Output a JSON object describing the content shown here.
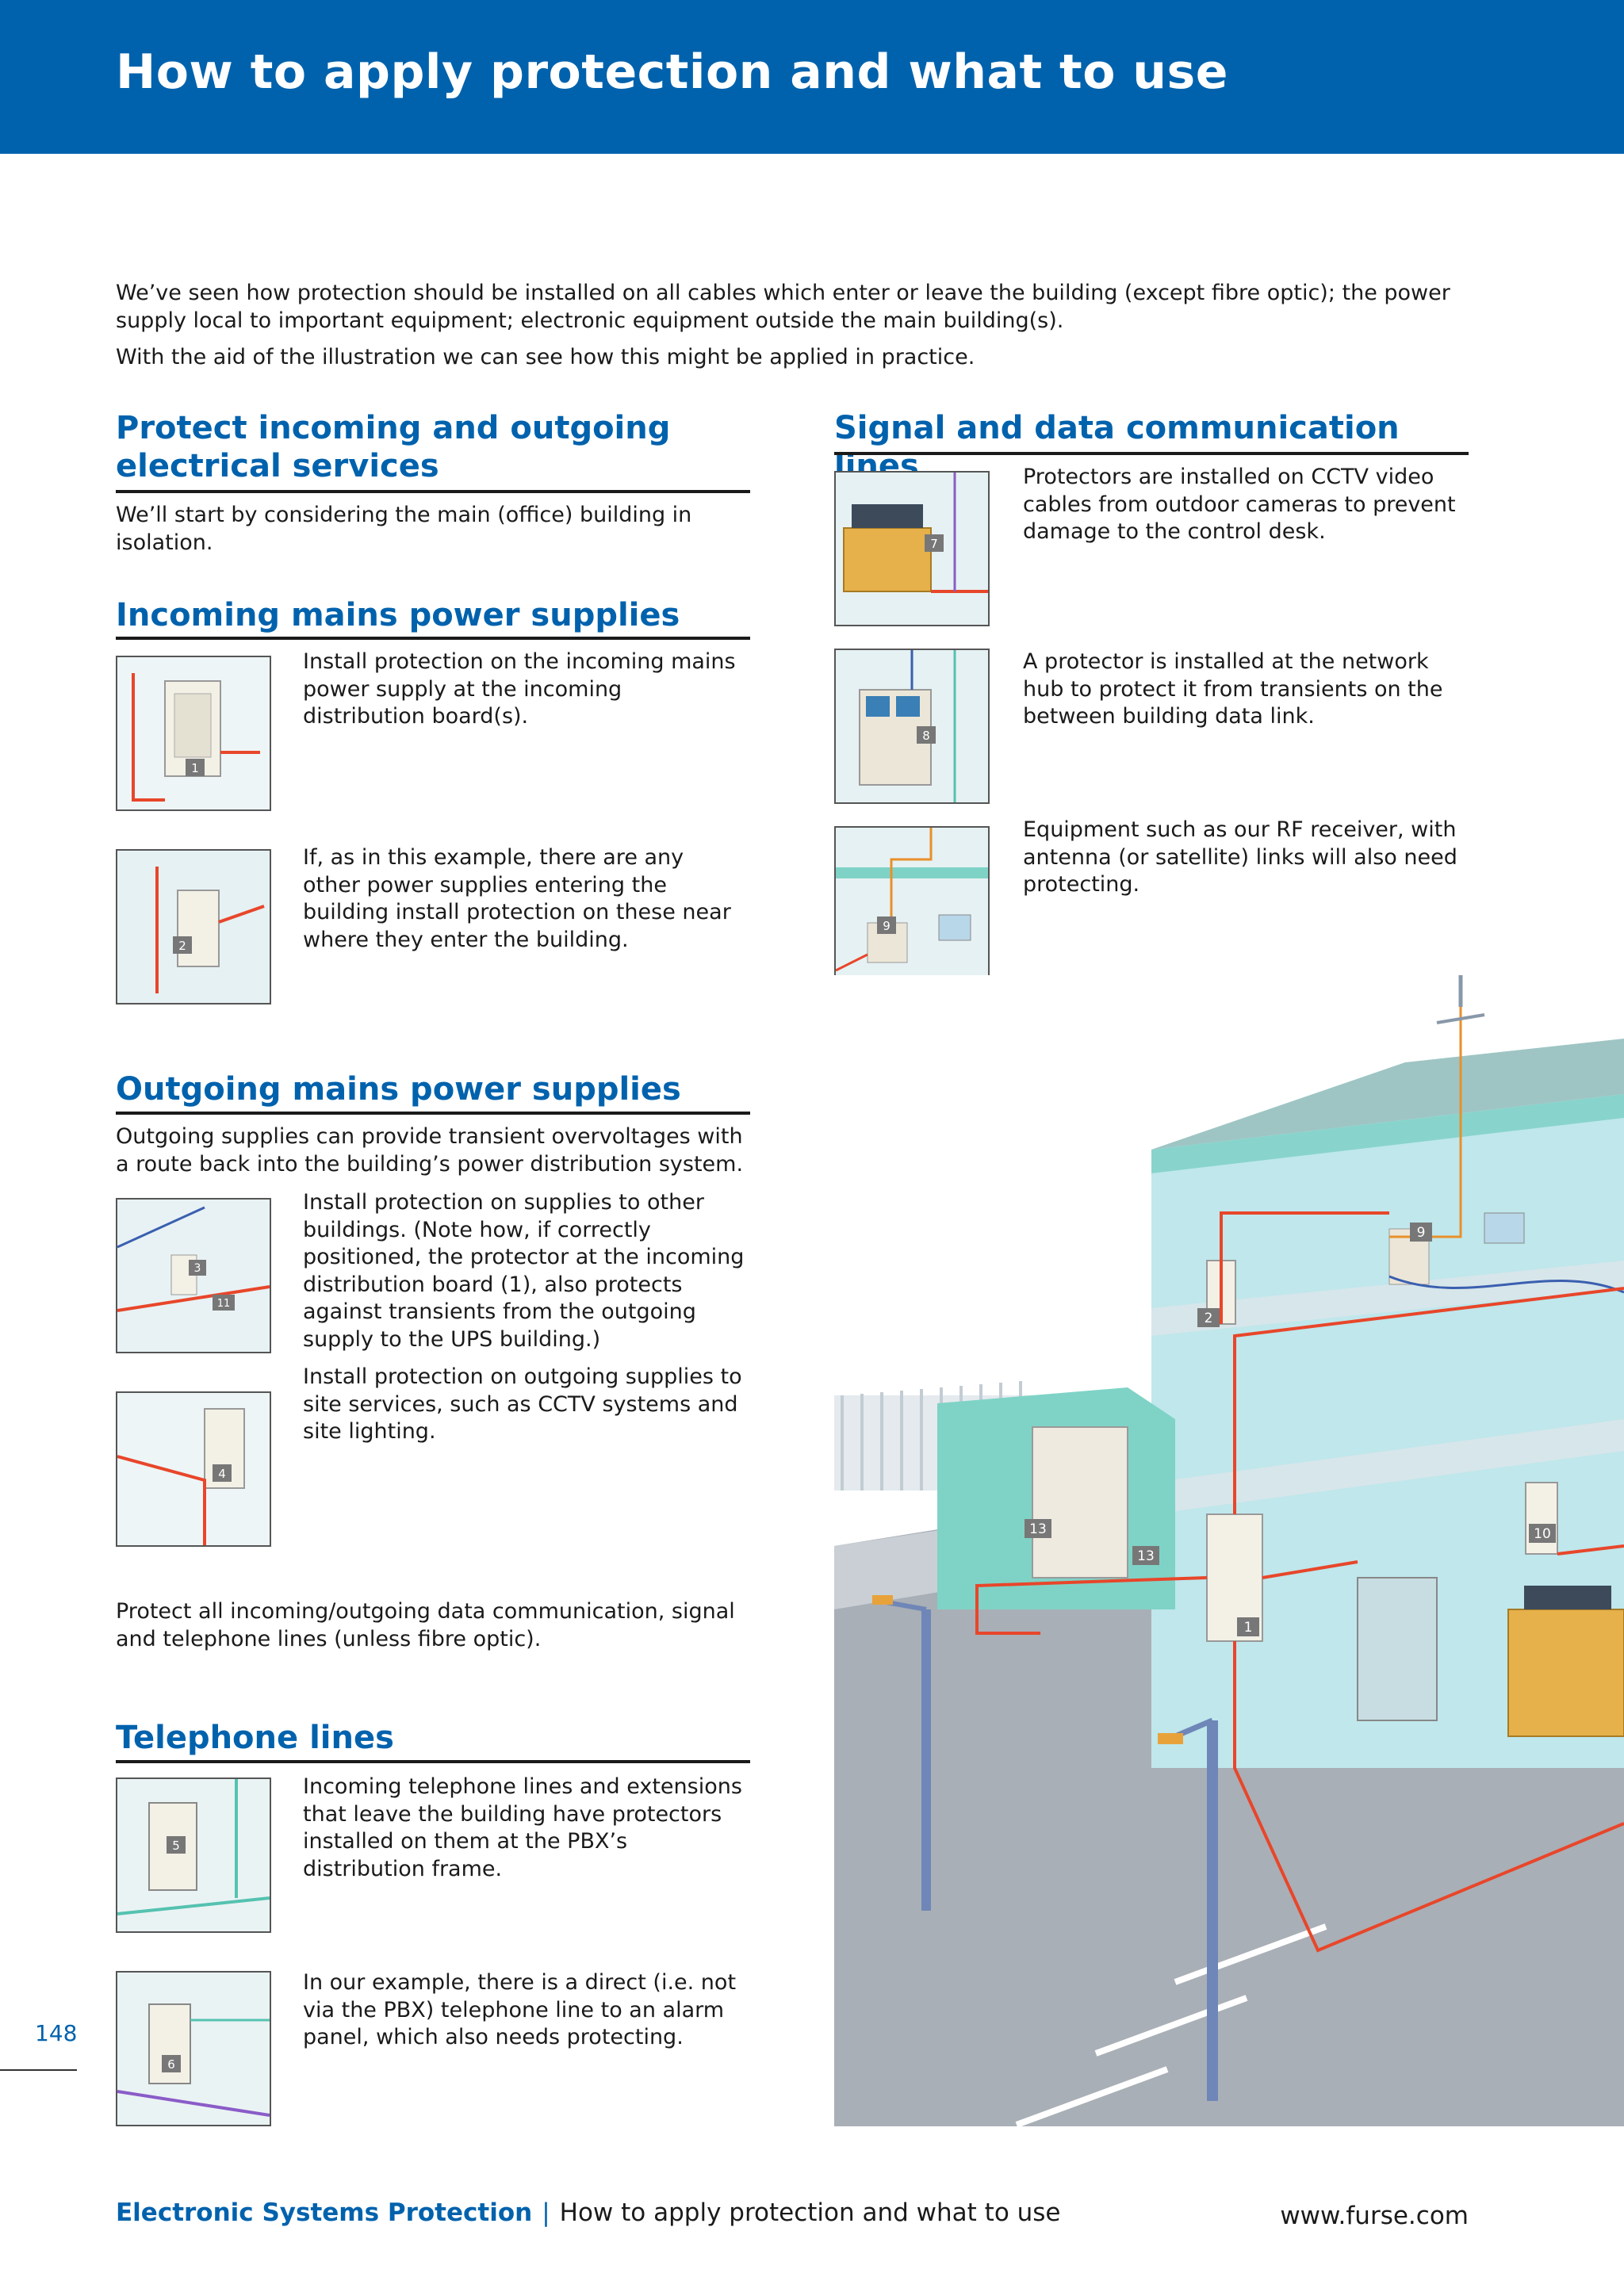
{
  "header": {
    "title": "How to apply protection and what to use"
  },
  "intro": {
    "p1": "We’ve seen how protection should be installed on all cables which enter or leave the building (except fibre optic); the power supply local to important equipment; electronic equipment outside the main building(s).",
    "p2": "With the aid of the illustration we can see how this might be applied in practice."
  },
  "left": {
    "protect_heading": "Protect incoming and outgoing electrical services",
    "protect_text": "We’ll start by considering the main (office) building in isolation.",
    "incoming_heading": "Incoming mains power supplies",
    "incoming_1": "Install protection on the incoming mains power supply at the incoming distribution board(s).",
    "incoming_2": "If, as in this example, there are any other power supplies entering the building install protection on these near where they enter the building.",
    "outgoing_heading": "Outgoing mains power supplies",
    "outgoing_intro": "Outgoing supplies can provide transient overvoltages with a route back into the building’s power distribution system.",
    "outgoing_1": "Install protection on supplies to other buildings. (Note how, if correctly positioned, the protector at the incoming distribution board (1), also protects against transients from the outgoing supply to the UPS building.)",
    "outgoing_2": "Install protection on outgoing supplies to site services, such as CCTV systems and site lighting.",
    "data_note": "Protect all incoming/outgoing data communication, signal and telephone lines (unless fibre optic).",
    "telephone_heading": "Telephone lines",
    "telephone_1": "Incoming telephone lines and extensions that leave the building have protectors installed on them at the PBX’s distribution frame.",
    "telephone_2": "In our example, there is a direct (i.e. not via the PBX) telephone line to an alarm panel, which also needs protecting."
  },
  "right": {
    "signal_heading": "Signal and data communication lines",
    "signal_1": "Protectors are installed on CCTV video cables from outdoor cameras to prevent damage to the control desk.",
    "signal_2": "A protector is installed at the network hub to protect it from transients on the between building data link.",
    "signal_3": "Equipment such as our RF receiver, with antenna (or satellite) links will also need protecting."
  },
  "thumbs": {
    "t1": "1",
    "t2": "2",
    "t3a": "3",
    "t3b": "11",
    "t4": "4",
    "t5": "5",
    "t6": "6",
    "t7": "7",
    "t8": "8",
    "t9": "9"
  },
  "illustration_labels": {
    "l1": "1",
    "l2": "2",
    "l9": "9",
    "l10": "10",
    "l13a": "13",
    "l13b": "13"
  },
  "page_number": "148",
  "footer": {
    "brand": "Electronic Systems Protection",
    "separator": "|",
    "section": "How to apply protection and what to use",
    "url": "www.furse.com"
  },
  "colors": {
    "brand_blue": "#0062ad",
    "cable_red": "#e8462a",
    "sea_green": "#7fd3c6"
  }
}
